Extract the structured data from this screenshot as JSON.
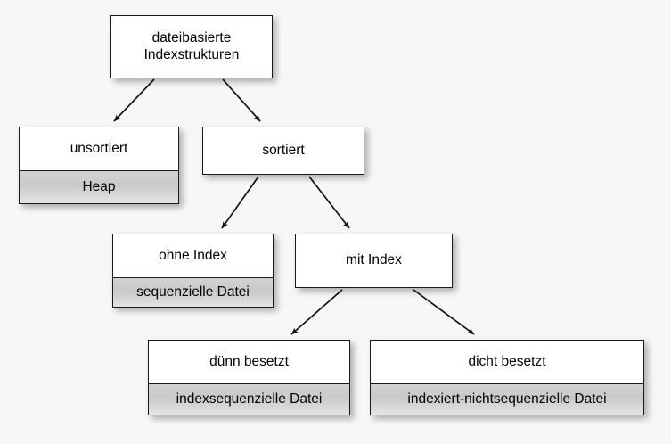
{
  "diagram": {
    "type": "tree-hierarchy",
    "background_color": "#f7f7f7",
    "node_fill": "#ffffff",
    "node_sub_fill": "#cccccc",
    "node_border_color": "#1a1a1a",
    "text_color": "#000000",
    "nodes": [
      {
        "id": "root",
        "title": "dateibasierte\nIndexstrukturen",
        "subtitle": null
      },
      {
        "id": "unsortiert",
        "title": "unsortiert",
        "subtitle": "Heap"
      },
      {
        "id": "sortiert",
        "title": "sortiert",
        "subtitle": null
      },
      {
        "id": "ohne-index",
        "title": "ohne Index",
        "subtitle": "sequenzielle Datei"
      },
      {
        "id": "mit-index",
        "title": "mit Index",
        "subtitle": null
      },
      {
        "id": "duenn-besetzt",
        "title": "dünn besetzt",
        "subtitle": "indexsequenzielle Datei"
      },
      {
        "id": "dicht-besetzt",
        "title": "dicht besetzt",
        "subtitle": "indexiert-nichtsequenzielle Datei"
      }
    ],
    "edges": [
      {
        "id": "root-unsortiert",
        "from": "root",
        "to": "unsortiert",
        "arrow": true
      },
      {
        "id": "root-sortiert",
        "from": "root",
        "to": "sortiert",
        "arrow": true
      },
      {
        "id": "sortiert-ohne-index",
        "from": "sortiert",
        "to": "ohne-index",
        "arrow": true
      },
      {
        "id": "sortiert-mit-index",
        "from": "sortiert",
        "to": "mit-index",
        "arrow": true
      },
      {
        "id": "mit-index-duenn",
        "from": "mit-index",
        "to": "duenn-besetzt",
        "arrow": true
      },
      {
        "id": "mit-index-dicht",
        "from": "mit-index",
        "to": "dicht-besetzt",
        "arrow": true
      }
    ]
  }
}
